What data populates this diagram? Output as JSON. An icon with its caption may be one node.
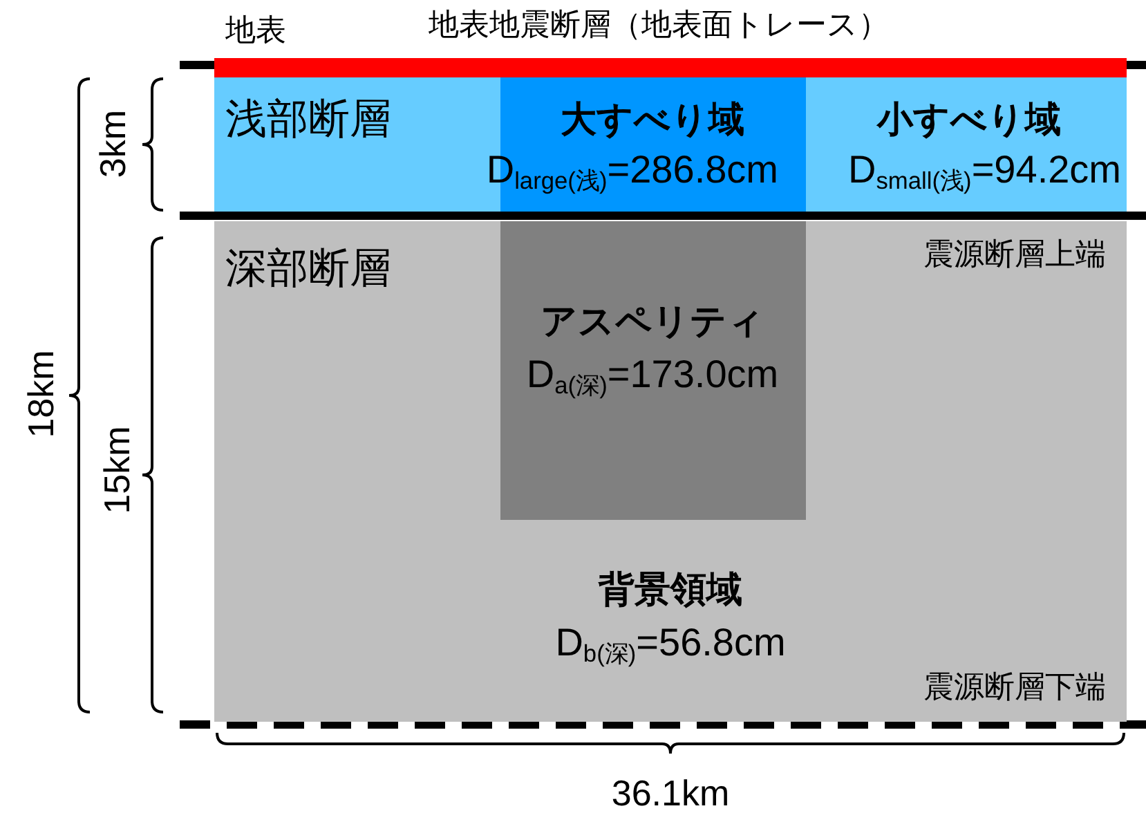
{
  "diagram": {
    "nodes": [
      {
        "text": [
          "地表地震断層（地表面トレース）"
        ]
      },
      {
        "text": [
          "浅部断層"
        ]
      },
      {
        "text": [
          "大すべり域",
          "D$_{large(浅)}$=286.8cm"
        ],
        "in": 1
      },
      {
        "text": [
          "小すべり域",
          "D$_{small(浅)}$=94.2cm"
        ],
        "in": 1
      },
      {
        "text": [
          "深部断層",
          "背景領域",
          "D$_{b(深)}$=56.8cm"
        ]
      },
      {
        "text": [
          "アスペリティ",
          "D$_{a(深)}$=173.0cm"
        ],
        "in": 4
      }
    ],
    "labels": [
      "地表",
      "震源断層上端",
      "震源断層下端",
      "3km",
      "18km",
      "15km",
      "36.1km"
    ]
  }
}
